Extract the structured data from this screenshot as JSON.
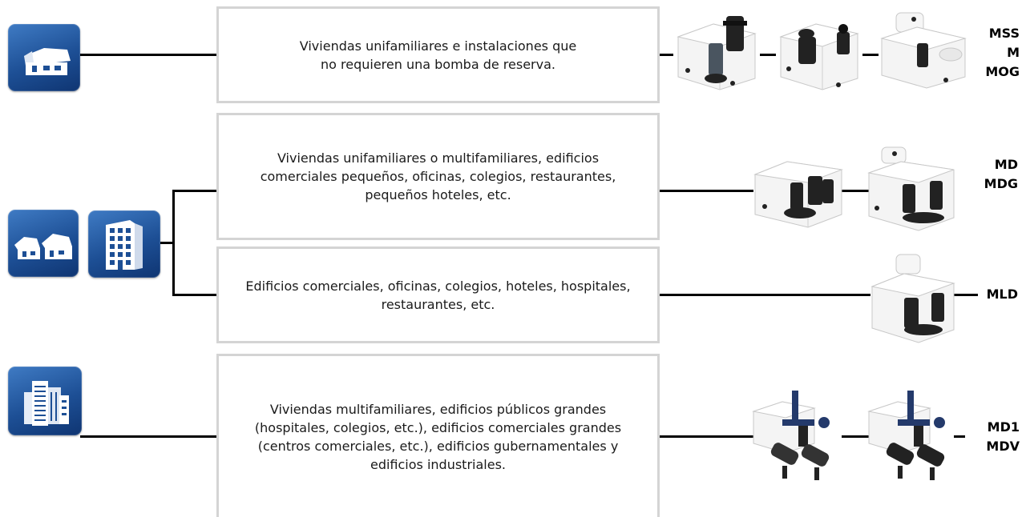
{
  "rows": [
    {
      "description": "Viviendas unifamiliares e instalaciones que\nno requieren una bomba de reserva.",
      "models": [
        "MSS",
        "M",
        "MOG"
      ],
      "icons": [
        "single-house-icon"
      ]
    },
    {
      "description": "Viviendas unifamiliares o multifamiliares, edificios\ncomerciales pequeños, oficinas, colegios, restaurantes,\npequeños hoteles, etc.",
      "models": [
        "MD",
        "MDG"
      ],
      "icons": [
        "twin-houses-icon",
        "apartment-building-icon"
      ]
    },
    {
      "description": "Edificios comerciales, oficinas, colegios, hoteles, hospitales,\nrestaurantes, etc.",
      "models": [
        "MLD"
      ],
      "icons": [
        "twin-houses-icon",
        "apartment-building-icon"
      ]
    },
    {
      "description": "Viviendas multifamiliares, edificios públicos grandes\n(hospitales, colegios, etc.), edificios comerciales grandes\n(centros comerciales, etc.), edificios gubernamentales y\nedificios industriales.",
      "models": [
        "MD1",
        "MDV"
      ],
      "icons": [
        "city-buildings-icon"
      ]
    }
  ],
  "colors": {
    "icon_blue": "#1d4f95",
    "box_border": "#d4d4d4",
    "connector": "#000000",
    "unit_tank": "#f2f2f2",
    "unit_pump": "#222222",
    "valve_blue": "#243a6b"
  }
}
